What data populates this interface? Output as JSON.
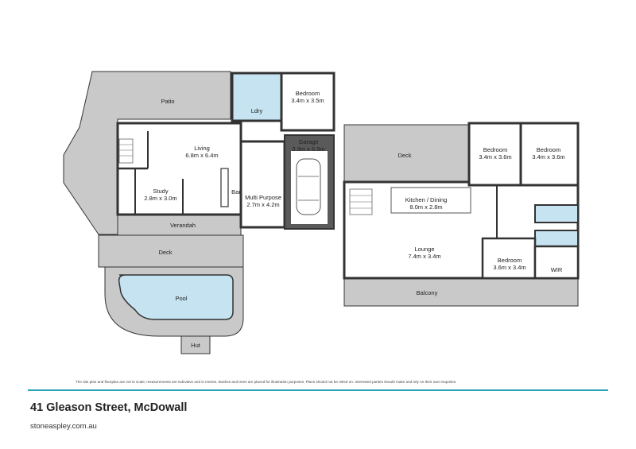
{
  "rooms": {
    "patio": "Patio",
    "laundry": "Ldry",
    "bedroom_top": "Bedroom",
    "bedroom_top_size": "3.4m x 3.5m",
    "living": "Living",
    "living_size": "6.8m x 6.4m",
    "garage": "Garage",
    "garage_size": "3.3m x 6.9m",
    "study": "Study",
    "study_size": "2.8m x 3.0m",
    "bar": "Bar",
    "multi_purpose": "Multi Purpose",
    "multi_purpose_size": "2.7m x 4.2m",
    "verandah": "Verandah",
    "deck_lower": "Deck",
    "pool": "Pool",
    "hut": "Hut",
    "deck_upper": "Deck",
    "bedroom_2": "Bedroom",
    "bedroom_2_size": "3.4m x 3.6m",
    "bedroom_3": "Bedroom",
    "bedroom_3_size": "3.4m x 3.6m",
    "kitchen": "Kitchen / Dining",
    "kitchen_size": "8.0m x 2.8m",
    "lounge": "Lounge",
    "lounge_size": "7.4m x 3.4m",
    "bedroom_4": "Bedroom",
    "bedroom_4_size": "3.6m x 3.4m",
    "wir": "WIR",
    "balcony": "Balcony"
  },
  "footer": {
    "disclaimer": "The site plan and floorplan are not to scale; measurements are indicative and in metres. Bushes and trees are placed for illustration purposes. Plans should not be relied on. Interested parties should make and rely on their own enquiries.",
    "address": "41 Gleason Street, McDowall",
    "website": "stoneaspley.com.au"
  },
  "colors": {
    "outdoor": "#c9c9c9",
    "wall": "#333333",
    "wet_area": "#c5e3f0",
    "garage": "#5a5a5a",
    "accent": "#2fa3b7"
  }
}
